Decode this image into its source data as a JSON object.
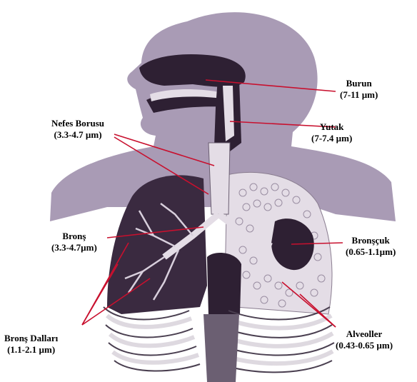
{
  "labels": {
    "burun": {
      "name": "Burun",
      "size": "(7-11 µm)"
    },
    "yutak": {
      "name": "Yutak",
      "size": "(7-7.4 µm)"
    },
    "nefes": {
      "name": "Nefes Borusu",
      "size": "(3.3-4.7 µm)"
    },
    "brons": {
      "name": "Bronş",
      "size": "(3.3-4.7µm)"
    },
    "bronscuk": {
      "name": "Bronşçuk",
      "size": "(0.65-1.1µm)"
    },
    "dallari": {
      "name": "Bronş Dalları",
      "size": "(1.1-2.1 µm)"
    },
    "alveol": {
      "name": "Alveoller",
      "size": "(0.43-0.65 µm)"
    }
  },
  "colors": {
    "body_silhouette": "#a99bb5",
    "lung_dark": "#3a2a40",
    "airway_light": "#e4dde6",
    "pointer_line": "#c8102e",
    "rib_fill": "#d9d3db",
    "rib_stroke": "#4a3f50"
  }
}
